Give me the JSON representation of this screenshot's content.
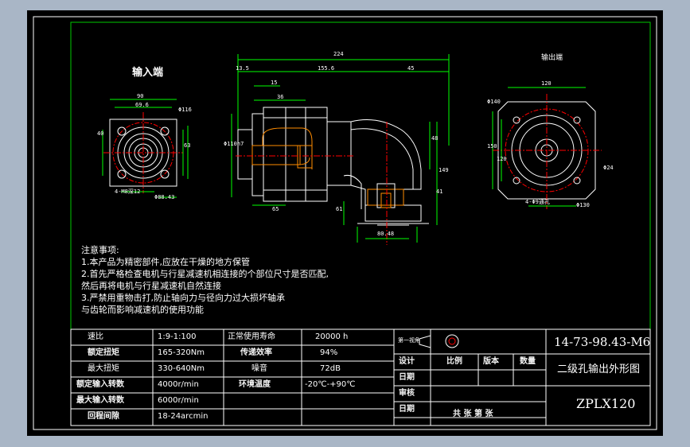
{
  "views": {
    "input_title": "输入端",
    "output_title": "输出端"
  },
  "dims": {
    "overall": "224",
    "d13_5": "13.5",
    "d155_6": "155.6",
    "d45": "45",
    "d15": "15",
    "d36": "36",
    "d65": "65",
    "d61": "61",
    "d48": "48",
    "d149": "149",
    "d41": "41",
    "shaft_dia": "Φ110h7",
    "in_90": "90",
    "in_69_6": "69.6",
    "in_116": "Φ116",
    "in_40": "40",
    "in_63": "63",
    "in_m": "4-M8深12",
    "in_pcd": "Φ88.43",
    "out_120": "120",
    "out_140": "Φ140",
    "out_150": "150",
    "out_120b": "120",
    "out_24": "Φ24",
    "out_hole": "4-Φ9通孔",
    "out_pcd": "Φ130",
    "bot": "80.48"
  },
  "notes": {
    "title": "注意事项:",
    "l1": "1.本产品为精密部件,应放在干燥的地方保管",
    "l2": "2.首先严格检查电机与行星减速机相连接的个部位尺寸是否匹配,",
    "l3": "然后再将电机与行星减速机自然连接",
    "l4": "3.严禁用重物击打,防止轴向力与径向力过大损坏轴承",
    "l5": "与齿轮而影响减速机的使用功能"
  },
  "specs": {
    "rows": [
      {
        "k1": "速比",
        "v1": "1:9-1:100",
        "k2": "正常使用寿命",
        "v2": "20000 h"
      },
      {
        "k1": "额定扭矩",
        "v1": "165-320Nm",
        "k2": "传递效率",
        "v2": "94%"
      },
      {
        "k1": "最大扭矩",
        "v1": "330-640Nm",
        "k2": "噪音",
        "v2": "72dB"
      },
      {
        "k1": "额定输入转数",
        "v1": "4000r/min",
        "k2": "环境温度",
        "v2": "-20℃-+90℃"
      },
      {
        "k1": "最大输入转数",
        "v1": "6000r/min",
        "k2": "",
        "v2": ""
      },
      {
        "k1": "回程间隙",
        "v1": "18-24arcmin",
        "k2": "",
        "v2": ""
      }
    ]
  },
  "titleblock": {
    "view_label": "第一视角",
    "design": "设计",
    "date1": "日期",
    "audit": "审核",
    "date2": "日期",
    "scale": "比例",
    "version": "版本",
    "qty": "数量",
    "sheets": "共  张  第  张",
    "code": "14-73-98.43-M6",
    "name": "二级孔输出外形图",
    "model": "ZPLX120"
  }
}
